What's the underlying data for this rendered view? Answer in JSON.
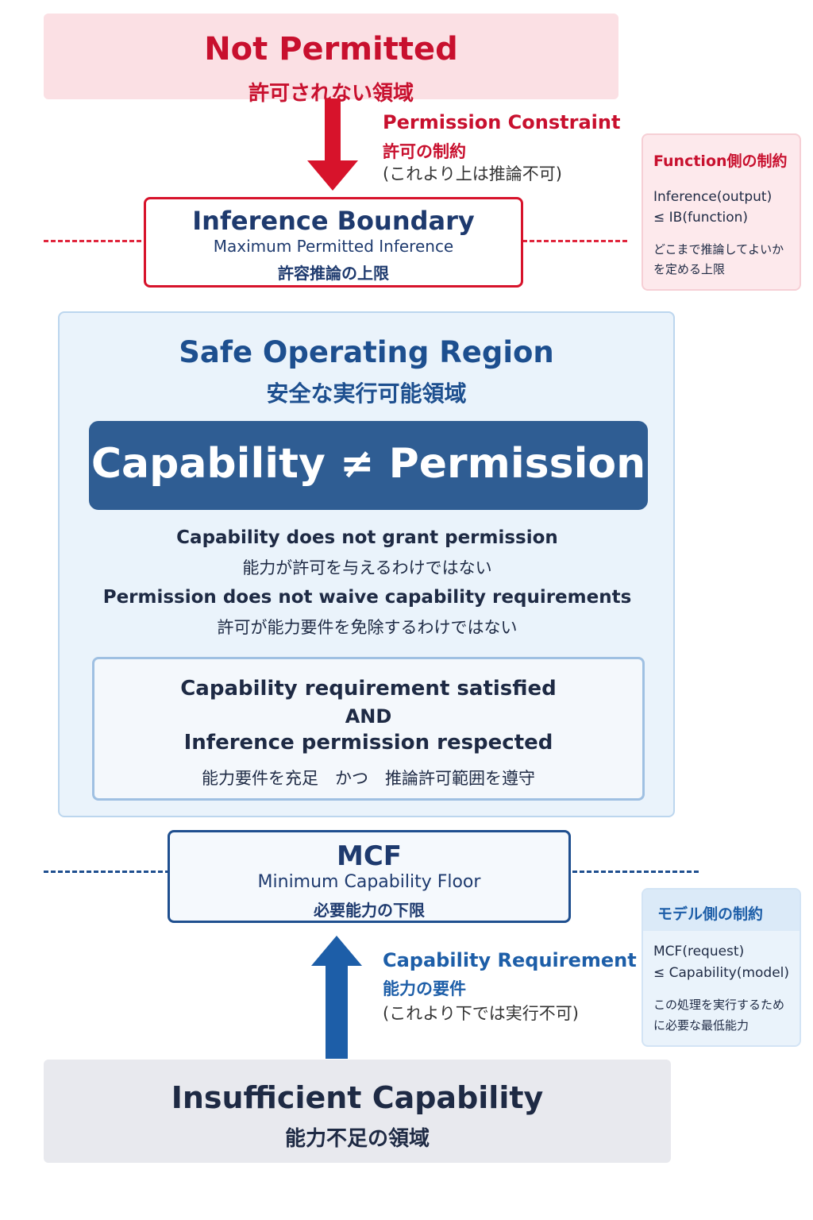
{
  "colors": {
    "danger": "#c8102e",
    "danger_bg": "#fbe0e4",
    "primary": "#1d4f8f",
    "banner": "#2f5d93",
    "safe_bg": "#eaf3fb",
    "neutral_bg": "#e8e9ee"
  },
  "not_permitted": {
    "title": "Not Permitted",
    "title_ja": "許可されない領域"
  },
  "permission_constraint": {
    "title": "Permission Constraint",
    "subtitle_ja": "許可の制約",
    "note_ja": "(これより上は推論不可)"
  },
  "inference_boundary": {
    "title": "Inference Boundary",
    "subtitle": "Maximum Permitted Inference",
    "subtitle_ja": "許容推論の上限"
  },
  "function_panel": {
    "heading": "Function側の制約",
    "formula_line1": "Inference(output)",
    "formula_line2": "≤ IB(function)",
    "desc_line1": "どこまで推論してよいか",
    "desc_line2": "を定める上限"
  },
  "safe_region": {
    "title": "Safe Operating Region",
    "title_ja": "安全な実行可能領域",
    "banner": "Capability ≠ Permission",
    "statement1": "Capability does not grant permission",
    "statement1_ja": "能力が許可を与えるわけではない",
    "statement2": "Permission does not waive capability requirements",
    "statement2_ja": "許可が能力要件を免除するわけではない",
    "condition": {
      "line1": "Capability requirement satisfied",
      "line2": "AND",
      "line3": "Inference permission respected",
      "line4_ja": "能力要件を充足　かつ　推論許可範囲を遵守"
    }
  },
  "mcf": {
    "title": "MCF",
    "subtitle": "Minimum Capability Floor",
    "subtitle_ja": "必要能力の下限"
  },
  "capability_requirement": {
    "title": "Capability Requirement",
    "subtitle_ja": "能力の要件",
    "note_ja": "(これより下では実行不可)"
  },
  "model_panel": {
    "heading": "モデル側の制約",
    "formula_line1": "MCF(request)",
    "formula_line2": "≤ Capability(model)",
    "desc_line1": "この処理を実行するため",
    "desc_line2": "に必要な最低能力"
  },
  "insufficient": {
    "title": "Insufficient Capability",
    "title_ja": "能力不足の領域"
  }
}
